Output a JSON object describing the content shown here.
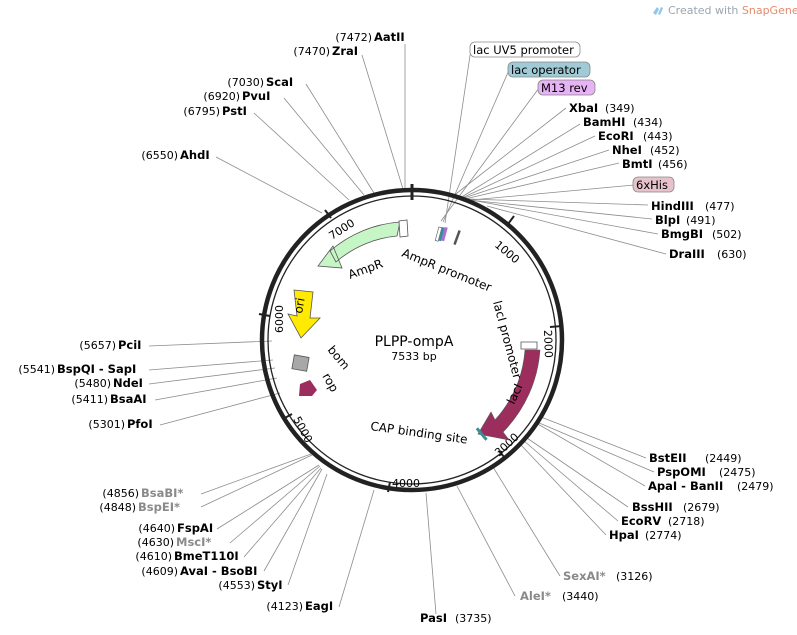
{
  "watermark": {
    "prefix": "Created with ",
    "product": "SnapGene",
    "mark": "®"
  },
  "plasmid": {
    "name": "PLPP-ompA",
    "length_label": "7533 bp",
    "length": 7533
  },
  "ticks": [
    "1000",
    "2000",
    "3000",
    "4000",
    "5000",
    "6000",
    "7000"
  ],
  "features_on_map": {
    "ampr": "AmpR",
    "ampr_promoter": "AmpR promoter",
    "ori": "ori",
    "bom": "bom",
    "rop": "rop",
    "laci_promoter": "lacI promoter",
    "laci": "lacI",
    "cap": "CAP binding site"
  },
  "feature_tags": [
    {
      "id": "lacuv5",
      "text": "lac UV5 promoter",
      "fill": "#ffffff"
    },
    {
      "id": "lacop",
      "text": "lac operator",
      "fill": "#9fcad6"
    },
    {
      "id": "m13",
      "text": "M13 rev",
      "fill": "#e6b3f5"
    },
    {
      "id": "his",
      "text": "6xHis",
      "fill": "#e8c2cb"
    }
  ],
  "sites_left": [
    {
      "id": "aatii",
      "pos": "(7472)",
      "name": "AatII"
    },
    {
      "id": "zrai",
      "pos": "(7470)",
      "name": "ZraI"
    },
    {
      "id": "scai",
      "pos": "(7030)",
      "name": "ScaI"
    },
    {
      "id": "pvui",
      "pos": "(6920)",
      "name": "PvuI"
    },
    {
      "id": "psti",
      "pos": "(6795)",
      "name": "PstI"
    },
    {
      "id": "ahdi",
      "pos": "(6550)",
      "name": "AhdI"
    },
    {
      "id": "pcii",
      "pos": "(5657)",
      "name": "PciI"
    },
    {
      "id": "bspqi",
      "pos": "(5541)",
      "name": "BspQI - SapI"
    },
    {
      "id": "ndei",
      "pos": "(5480)",
      "name": "NdeI"
    },
    {
      "id": "bsaai",
      "pos": "(5411)",
      "name": "BsaAI"
    },
    {
      "id": "pfoi",
      "pos": "(5301)",
      "name": "PfoI"
    },
    {
      "id": "bsabi",
      "pos": "(4856)",
      "name": "BsaBI*",
      "star": true
    },
    {
      "id": "bspei",
      "pos": "(4848)",
      "name": "BspEI*",
      "star": true
    },
    {
      "id": "fspai",
      "pos": "(4640)",
      "name": "FspAI"
    },
    {
      "id": "msci",
      "pos": "(4630)",
      "name": "MscI*",
      "star": true
    },
    {
      "id": "bmet",
      "pos": "(4610)",
      "name": "BmeT110I"
    },
    {
      "id": "avai",
      "pos": "(4609)",
      "name": "AvaI - BsoBI"
    },
    {
      "id": "styi",
      "pos": "(4553)",
      "name": "StyI"
    },
    {
      "id": "eagi",
      "pos": "(4123)",
      "name": "EagI"
    }
  ],
  "sites_right": [
    {
      "id": "xbai",
      "name": "XbaI",
      "pos": "(349)"
    },
    {
      "id": "bamhi",
      "name": "BamHI",
      "pos": "(434)"
    },
    {
      "id": "ecori",
      "name": "EcoRI",
      "pos": "(443)"
    },
    {
      "id": "nhei",
      "name": "NheI",
      "pos": "(452)"
    },
    {
      "id": "bmti",
      "name": "BmtI",
      "pos": "(456)"
    },
    {
      "id": "hindiii",
      "name": "HindIII",
      "pos": "(477)"
    },
    {
      "id": "blpi",
      "name": "BlpI",
      "pos": "(491)"
    },
    {
      "id": "bmgbi",
      "name": "BmgBI",
      "pos": "(502)"
    },
    {
      "id": "draiii",
      "name": "DraIII",
      "pos": "(630)"
    },
    {
      "id": "bsteii",
      "name": "BstEII",
      "pos": "(2449)"
    },
    {
      "id": "pspomi",
      "name": "PspOMI",
      "pos": "(2475)"
    },
    {
      "id": "apai",
      "name": "ApaI - BanII",
      "pos": "(2479)"
    },
    {
      "id": "bsshii",
      "name": "BssHII",
      "pos": "(2679)"
    },
    {
      "id": "ecorv",
      "name": "EcoRV",
      "pos": "(2718)"
    },
    {
      "id": "hpai",
      "name": "HpaI",
      "pos": "(2774)"
    },
    {
      "id": "sexai",
      "name": "SexAI*",
      "pos": "(3126)",
      "star": true
    },
    {
      "id": "alei",
      "name": "AleI*",
      "pos": "(3440)",
      "star": true
    },
    {
      "id": "pasi",
      "name": "PasI",
      "pos": "(3735)"
    }
  ],
  "colors": {
    "ampr": "#c6f5c6",
    "ori": "#ffea00",
    "laci": "#9c2e5e",
    "rop": "#9c2e5e",
    "bom": "#a8a8a8",
    "cap": "#3a8f96",
    "backbone": "#222222"
  }
}
